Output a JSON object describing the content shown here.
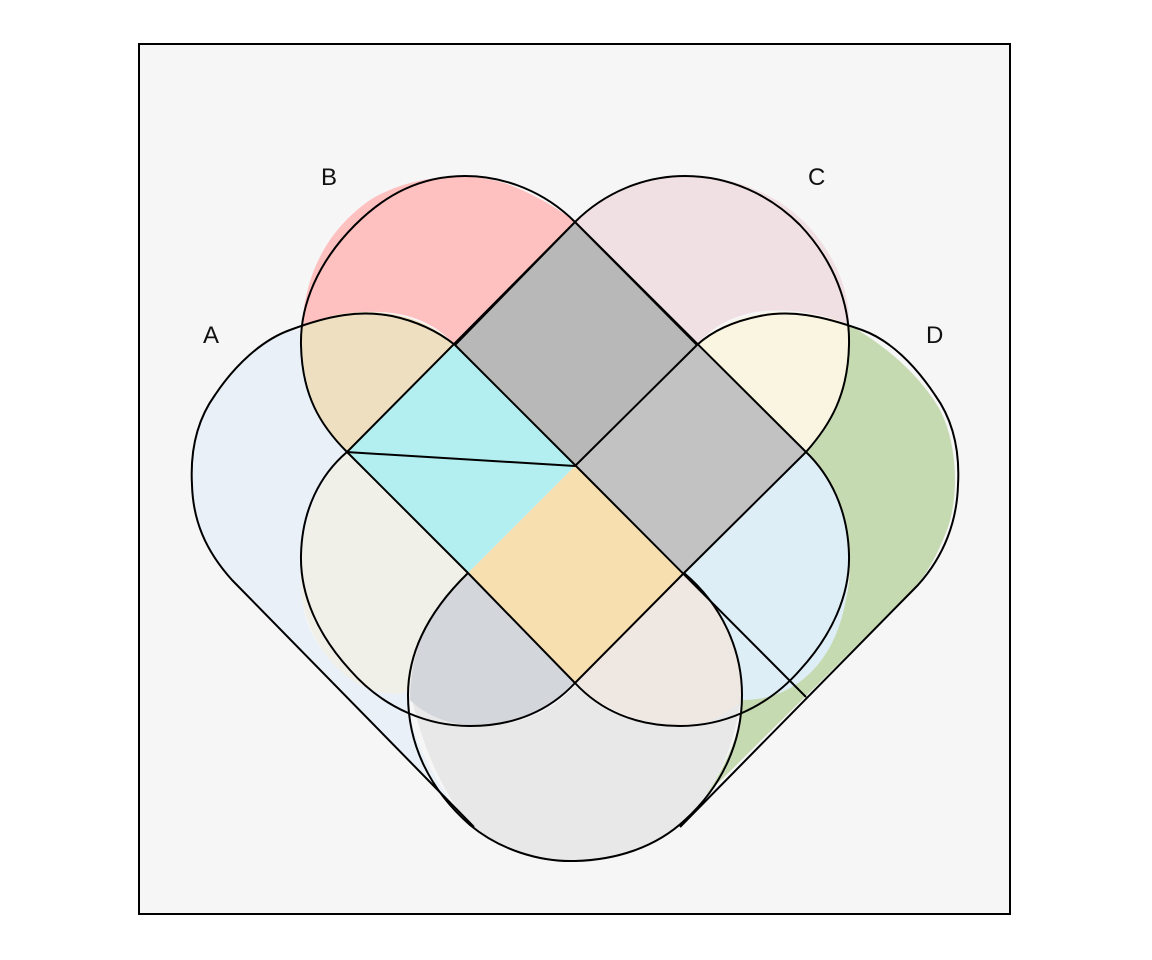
{
  "diagram": {
    "type": "venn",
    "set_count": 5,
    "background": "#f6f6f6",
    "frame_color": "#000000",
    "labels": {
      "a": "A",
      "b": "B",
      "c": "C",
      "d": "D"
    },
    "region_colors": {
      "a_only": "#eaf0f8",
      "b_only": "#ffc0c0",
      "c_only": "#f0dfe3",
      "d_only": "#c6dab2",
      "e_only": "#e8e8e8",
      "a_b": "#eddfbf",
      "c_d": "#f9f5e0",
      "a_e": "#f0efe8",
      "d_e": "#deeef7",
      "upper_center": "#b8b8b8",
      "right_center": "#c2c2c2",
      "left_center": "#b3eef0",
      "lower_center": "#f7dfb0",
      "lower_left": "#d3d6db",
      "lower_right": "#efe7e2"
    }
  }
}
